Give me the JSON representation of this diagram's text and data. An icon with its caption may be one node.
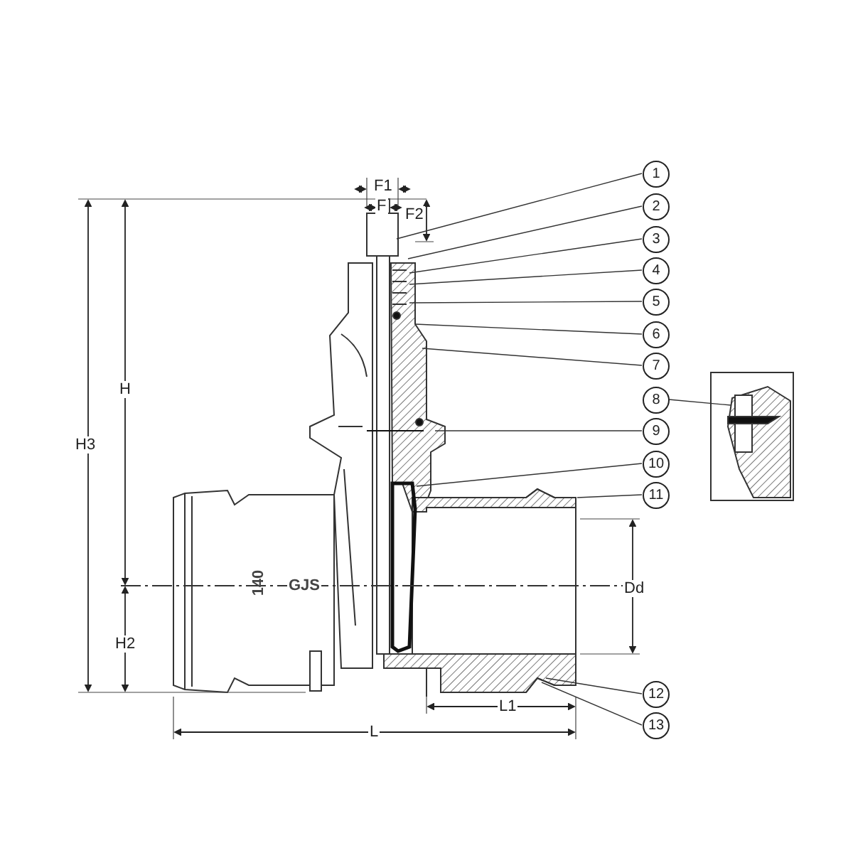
{
  "diagram": {
    "nodes": [
      {
        "text": [
          "1"
        ]
      },
      {
        "text": [
          "2"
        ]
      },
      {
        "text": [
          "3"
        ]
      },
      {
        "text": [
          "4"
        ]
      },
      {
        "text": [
          "5"
        ]
      },
      {
        "text": [
          "6"
        ]
      },
      {
        "text": [
          "7"
        ]
      },
      {
        "text": [
          "8"
        ]
      },
      {
        "text": [
          "9"
        ]
      },
      {
        "text": [
          "10"
        ]
      },
      {
        "text": [
          "11"
        ]
      },
      {
        "text": [
          "12"
        ]
      },
      {
        "text": [
          "13"
        ]
      }
    ],
    "edges": [
      {
        "from": 0,
        "to": null,
        "arrow": "none"
      },
      {
        "from": 1,
        "to": null,
        "arrow": "none"
      },
      {
        "from": 2,
        "to": null,
        "arrow": "none"
      },
      {
        "from": 3,
        "to": null,
        "arrow": "none"
      },
      {
        "from": 4,
        "to": null,
        "arrow": "none"
      },
      {
        "from": 5,
        "to": null,
        "arrow": "none"
      },
      {
        "from": 6,
        "to": null,
        "arrow": "none"
      },
      {
        "from": 7,
        "to": null,
        "arrow": "none"
      },
      {
        "from": 8,
        "to": null,
        "arrow": "none"
      },
      {
        "from": 9,
        "to": null,
        "arrow": "none"
      },
      {
        "from": 10,
        "to": null,
        "arrow": "none"
      },
      {
        "from": 11,
        "to": null,
        "arrow": "none"
      },
      {
        "from": 12,
        "to": null,
        "arrow": "none"
      }
    ],
    "labels": [
      "F1",
      "F",
      "F2",
      "H3",
      "H",
      "140",
      "GJS",
      "Dd",
      "H2",
      "L1",
      "L"
    ]
  }
}
